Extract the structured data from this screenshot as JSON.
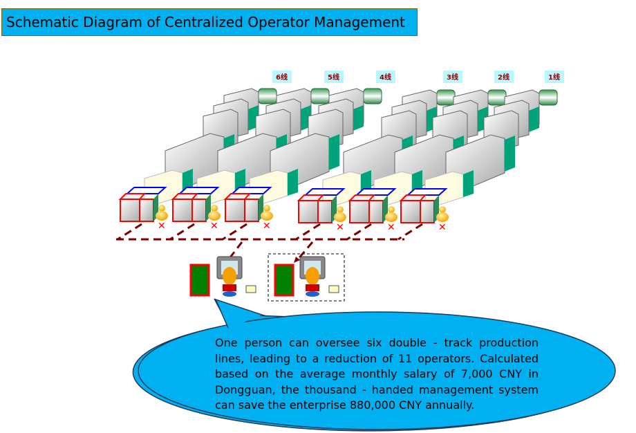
{
  "title": "Schematic Diagram of Centralized Operator Management",
  "lines": [
    {
      "label": "6线"
    },
    {
      "label": "5线"
    },
    {
      "label": "4线"
    },
    {
      "label": "3线"
    },
    {
      "label": "2线"
    },
    {
      "label": "1线"
    }
  ],
  "callout": {
    "text": "One person can oversee six double - track production lines, leading to a reduction of 11 operators. Calculated based on the average monthly salary of 7,000 CNY in Dongguan, the thousand - handed management system can save the enterprise 880,000 CNY annually."
  },
  "colors": {
    "title_bg": "#00b0f0",
    "callout_bg": "#00b0f0",
    "dashed_link": "#7b0000",
    "machine_green": "#00a37a",
    "removed_marker": "#ff0000"
  },
  "icons": [
    "operator-person-icon",
    "removed-x-icon",
    "server-rack-icon",
    "operator-workstation-icon"
  ]
}
